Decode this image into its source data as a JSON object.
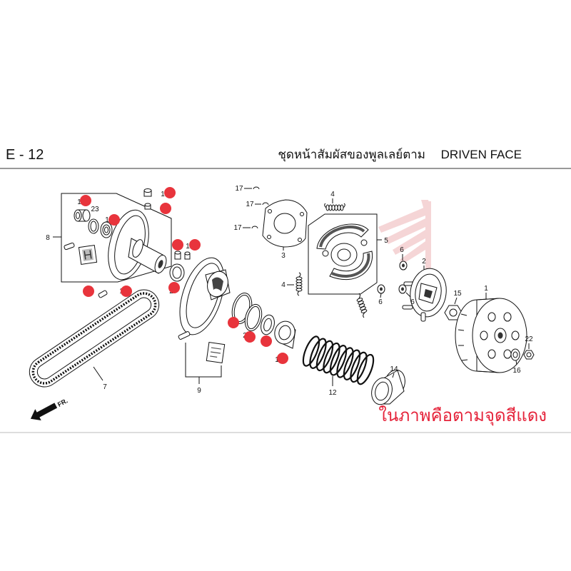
{
  "header": {
    "code": "E - 12",
    "title_th": "ชุดหน้าสัมผัสของพูลเลย์ตาม",
    "title_en": "DRIVEN FACE"
  },
  "caption": "ในภาพคือตามจุดสีแดง",
  "direction_label": "FR.",
  "callouts": [
    "17",
    "17",
    "17",
    "4",
    "3",
    "5",
    "6",
    "2",
    "4",
    "6",
    "6",
    "15",
    "1",
    "22",
    "16",
    "14",
    "12",
    "9",
    "7",
    "8",
    "23",
    "1",
    "1",
    "1",
    "11",
    "1",
    "1",
    "2",
    "2",
    "1"
  ],
  "colors": {
    "marker": "#e8343c",
    "caption": "#e5233a",
    "ink": "#111111",
    "logo": "#e9a3a6"
  },
  "icons": {
    "direction": "arrow-down-left-icon",
    "logo": "honda-wing-logo"
  }
}
